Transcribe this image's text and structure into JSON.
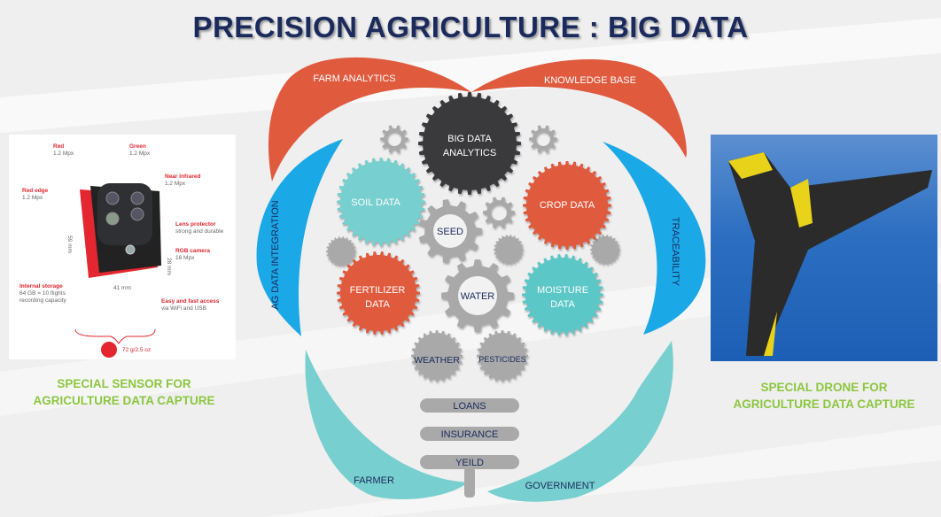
{
  "title": "PRECISION AGRICULTURE : BIG DATA",
  "petals": {
    "farm_analytics": "FARM ANALYTICS",
    "knowledge_base": "KNOWLEDGE BASE",
    "ag_data_integration": "AG DATA INTEGRATION",
    "traceability": "TRACEABILITY",
    "farmer": "FARMER",
    "government": "GOVERNMENT"
  },
  "gears": {
    "big_data_line1": "BIG DATA",
    "big_data_line2": "ANALYTICS",
    "soil": "SOIL DATA",
    "crop": "CROP DATA",
    "seed": "SEED",
    "fertilizer_line1": "FERTILIZER",
    "fertilizer_line2": "DATA",
    "water": "WATER",
    "moisture_line1": "MOISTURE",
    "moisture_line2": "DATA",
    "weather": "WEATHER",
    "pesticides": "PESTICIDES"
  },
  "bars": [
    "LOANS",
    "INSURANCE",
    "YEILD"
  ],
  "sensor": {
    "red": {
      "name": "Red",
      "value": "1.2 Mpx"
    },
    "green": {
      "name": "Green",
      "value": "1.2 Mpx"
    },
    "nir": {
      "name": "Near Infrared",
      "value": "1.2 Mpx"
    },
    "red_edge": {
      "name": "Red edge",
      "value": "1.2 Mpx"
    },
    "lens": {
      "name": "Lens protector",
      "value": "strong and durable"
    },
    "rgb": {
      "name": "RGB camera",
      "value": "16 Mpx"
    },
    "storage": {
      "name": "Internal storage",
      "value": "64 GB = 10 flights recording capacity"
    },
    "access": {
      "name": "Easy and fast access",
      "value": "via WiFi and USB"
    },
    "dim_height": "59 mm",
    "dim_width": "41 mm",
    "dim_depth": "28 mm",
    "weight": "72 g/2.5 oz"
  },
  "captions": {
    "sensor_line1": "SPECIAL SENSOR FOR",
    "sensor_line2": "AGRICULTURE DATA CAPTURE",
    "drone_line1": "SPECIAL DRONE FOR",
    "drone_line2": "AGRICULTURE DATA CAPTURE"
  },
  "colors": {
    "red": "#e05a3e",
    "blue": "#1ba8e6",
    "teal": "#78cfcf",
    "dark": "#3a3a3c",
    "gray": "#a9a9a9",
    "navy": "#1b2a5c",
    "green": "#8cc63f"
  }
}
